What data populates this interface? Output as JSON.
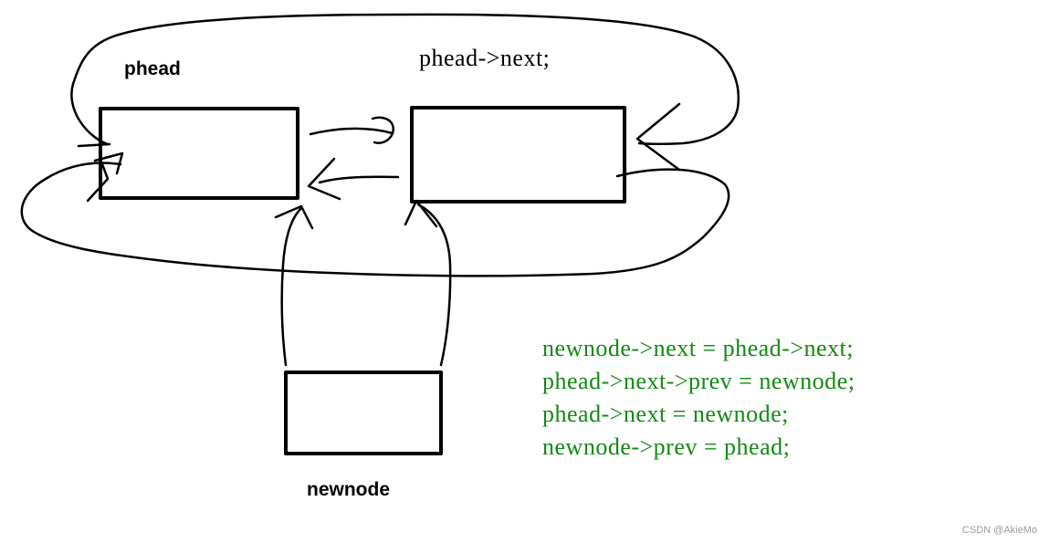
{
  "labels": {
    "phead": "phead",
    "phead_next": "phead->next;",
    "newnode": "newnode"
  },
  "code": [
    "newnode->next = phead->next;",
    "phead->next->prev = newnode;",
    "phead->next = newnode;",
    "newnode->prev = phead;"
  ],
  "watermark": "CSDN @AkieMo",
  "colors": {
    "stroke": "#000000",
    "code": "#128a12",
    "watermark": "#9a9a9a"
  }
}
